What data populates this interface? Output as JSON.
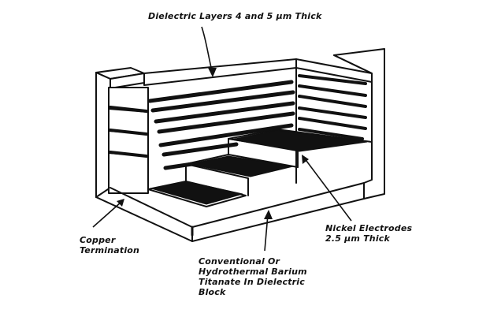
{
  "labels": {
    "dielectric_layers": "Dielectric Layers 4 and 5 µm Thick",
    "copper": [
      "Copper",
      "Termination"
    ],
    "nickel": [
      "Nickel Electrodes",
      "2.5 µm Thick"
    ],
    "barium": [
      "Conventional Or",
      "Hydrothermal Barium",
      "Titanate In Dielectric",
      "Block"
    ]
  },
  "colors": {
    "line": "#111111",
    "electrode": "#111111",
    "background": "#ffffff"
  }
}
